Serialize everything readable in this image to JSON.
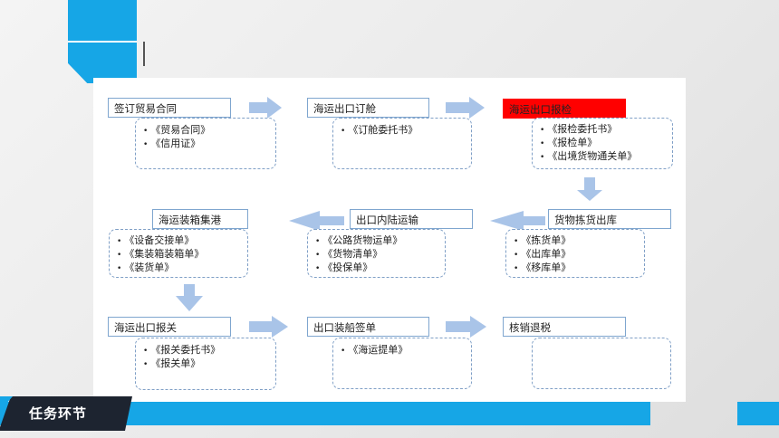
{
  "footer": {
    "label": "任务环节"
  },
  "colors": {
    "accent": "#16a6e6",
    "arrow": "#a9c4e8",
    "highlight": "#ff0000",
    "dark": "#1d2430"
  },
  "steps": [
    {
      "label": "签订贸易合同",
      "docs": [
        "《贸易合同》",
        "《信用证》"
      ]
    },
    {
      "label": "海运出口订舱",
      "docs": [
        "《订舱委托书》"
      ]
    },
    {
      "label": "海运出口报检",
      "highlighted": true,
      "docs": [
        "《报检委托书》",
        "《报检单》",
        "《出境货物通关单》"
      ]
    },
    {
      "label": "货物拣货出库",
      "docs": [
        "《拣货单》",
        "《出库单》",
        "《移库单》"
      ]
    },
    {
      "label": "出口内陆运输",
      "docs": [
        "《公路货物运单》",
        "《货物清单》",
        "《投保单》"
      ]
    },
    {
      "label": "海运装箱集港",
      "docs": [
        "《设备交接单》",
        "《集装箱装箱单》",
        "《装货单》"
      ]
    },
    {
      "label": "海运出口报关",
      "docs": [
        "《报关委托书》",
        "《报关单》"
      ]
    },
    {
      "label": "出口装船签单",
      "docs": [
        "《海运提单》"
      ]
    },
    {
      "label": "核销退税",
      "docs": []
    }
  ]
}
